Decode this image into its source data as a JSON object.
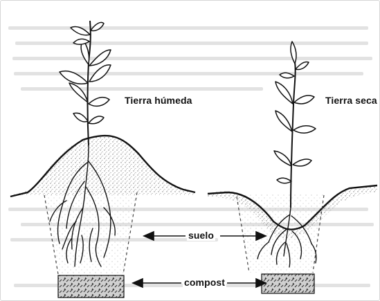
{
  "labels": {
    "wet_soil": "Tierra húmeda",
    "dry_soil": "Tierra seca",
    "soil": "suelo",
    "compost": "compost"
  },
  "colors": {
    "ink": "#111111",
    "stipple": "#8a8a8a",
    "bleed_text": "#dcdcdc",
    "frame": "#d6d6d6",
    "compost_fill": "#b9b9b9"
  },
  "icons": {
    "left_plant": "plant-illustration",
    "right_plant": "plant-illustration",
    "left_roots": "roots-illustration",
    "right_roots": "roots-illustration"
  }
}
